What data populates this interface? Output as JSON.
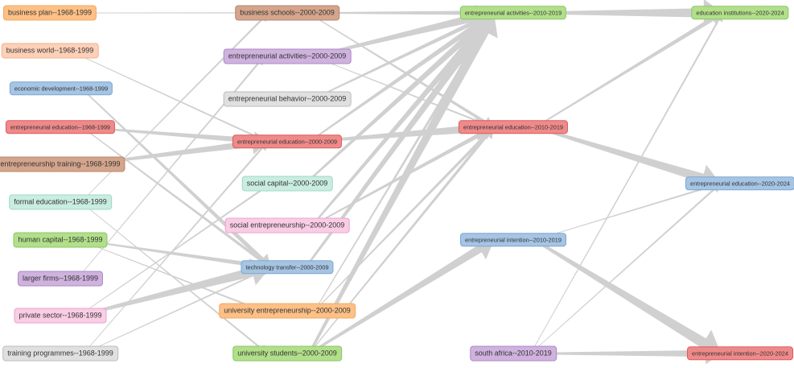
{
  "diagram": {
    "columns": [
      {
        "period": "1968-1999",
        "nodes": [
          {
            "id": "business_plan_1968",
            "label": "business plan--1968-1999",
            "fill": "#fdc086",
            "border": "#f5a860"
          },
          {
            "id": "business_world_1968",
            "label": "business world--1968-1999",
            "fill": "#fdd0b8",
            "border": "#f2b08e"
          },
          {
            "id": "economic_dev_1968",
            "label": "economic development--1968-1999",
            "fill": "#a6c4e3",
            "border": "#7aa7d2"
          },
          {
            "id": "entre_edu_1968",
            "label": "entrepreneurial education--1968-1999",
            "fill": "#ef8a8a",
            "border": "#de5a5a"
          },
          {
            "id": "entre_training_1968",
            "label": "entrepreneurship training--1968-1999",
            "fill": "#d4a58c",
            "border": "#b9866c"
          },
          {
            "id": "formal_edu_1968",
            "label": "formal education--1968-1999",
            "fill": "#c9ede0",
            "border": "#9fd9c4"
          },
          {
            "id": "human_capital_1968",
            "label": "human capital--1968-1999",
            "fill": "#b2df8a",
            "border": "#88c766"
          },
          {
            "id": "larger_firms_1968",
            "label": "larger firms--1968-1999",
            "fill": "#cfb2de",
            "border": "#ad8ac6"
          },
          {
            "id": "private_sector_1968",
            "label": "private sector--1968-1999",
            "fill": "#f9cde5",
            "border": "#eaa3cc"
          },
          {
            "id": "training_prog_1968",
            "label": "training programmes--1968-1999",
            "fill": "#e0e0e0",
            "border": "#bdbdbd"
          }
        ]
      },
      {
        "period": "2000-2009",
        "nodes": [
          {
            "id": "business_schools_2000",
            "label": "business schools--2000-2009",
            "fill": "#d4a58c",
            "border": "#b9866c"
          },
          {
            "id": "entre_activities_2000",
            "label": "entrepreneurial activities--2000-2009",
            "fill": "#cfb2de",
            "border": "#ad8ac6"
          },
          {
            "id": "entre_behavior_2000",
            "label": "entrepreneurial behavior--2000-2009",
            "fill": "#e0e0e0",
            "border": "#bdbdbd"
          },
          {
            "id": "entre_edu_2000",
            "label": "entrepreneurial education--2000-2009",
            "fill": "#ef8a8a",
            "border": "#de5a5a"
          },
          {
            "id": "social_capital_2000",
            "label": "social capital--2000-2009",
            "fill": "#c9ede0",
            "border": "#9fd9c4"
          },
          {
            "id": "social_entre_2000",
            "label": "social entrepreneurship--2000-2009",
            "fill": "#f9cde5",
            "border": "#eaa3cc"
          },
          {
            "id": "tech_transfer_2000",
            "label": "technology transfer--2000-2009",
            "fill": "#a6c4e3",
            "border": "#7aa7d2"
          },
          {
            "id": "univ_entre_2000",
            "label": "university entrepreneurship--2000-2009",
            "fill": "#fdc086",
            "border": "#f5a860"
          },
          {
            "id": "univ_students_2000",
            "label": "university students--2000-2009",
            "fill": "#b2df8a",
            "border": "#88c766"
          }
        ]
      },
      {
        "period": "2010-2019",
        "nodes": [
          {
            "id": "entre_activities_2010",
            "label": "entrepreneurial activities--2010-2019",
            "fill": "#b2df8a",
            "border": "#88c766"
          },
          {
            "id": "entre_edu_2010",
            "label": "entrepreneurial education--2010-2019",
            "fill": "#ef8a8a",
            "border": "#de5a5a"
          },
          {
            "id": "entre_intention_2010",
            "label": "entrepreneurial intention--2010-2019",
            "fill": "#a6c4e3",
            "border": "#7aa7d2"
          },
          {
            "id": "south_africa_2010",
            "label": "south africa--2010-2019",
            "fill": "#cfb2de",
            "border": "#ad8ac6"
          }
        ]
      },
      {
        "period": "2020-2024",
        "nodes": [
          {
            "id": "edu_institutions_2020",
            "label": "education institutions--2020-2024",
            "fill": "#b2df8a",
            "border": "#88c766"
          },
          {
            "id": "entre_edu_2020",
            "label": "entrepreneurial education--2020-2024",
            "fill": "#a6c4e3",
            "border": "#7aa7d2"
          },
          {
            "id": "entre_intention_2020",
            "label": "entrepreneurial intention--2020-2024",
            "fill": "#ef8a8a",
            "border": "#de5a5a"
          }
        ]
      }
    ],
    "edge_color": "#d0d0d0",
    "edges": [
      {
        "from": "business_plan_1968",
        "to": "entre_activities_2010",
        "weight": 1
      },
      {
        "from": "business_world_1968",
        "to": "entre_edu_2000",
        "weight": 1
      },
      {
        "from": "economic_dev_1968",
        "to": "tech_transfer_2000",
        "weight": 3
      },
      {
        "from": "entre_edu_1968",
        "to": "entre_edu_2000",
        "weight": 4
      },
      {
        "from": "entre_edu_1968",
        "to": "tech_transfer_2000",
        "weight": 2
      },
      {
        "from": "entre_training_1968",
        "to": "entre_edu_2000",
        "weight": 5
      },
      {
        "from": "formal_edu_1968",
        "to": "business_schools_2000",
        "weight": 1
      },
      {
        "from": "formal_edu_1968",
        "to": "univ_students_2000",
        "weight": 1
      },
      {
        "from": "human_capital_1968",
        "to": "tech_transfer_2000",
        "weight": 3
      },
      {
        "from": "human_capital_1968",
        "to": "univ_entre_2000",
        "weight": 1
      },
      {
        "from": "larger_firms_1968",
        "to": "entre_activities_2000",
        "weight": 1
      },
      {
        "from": "private_sector_1968",
        "to": "tech_transfer_2000",
        "weight": 7
      },
      {
        "from": "private_sector_1968",
        "to": "social_capital_2000",
        "weight": 1
      },
      {
        "from": "training_prog_1968",
        "to": "entre_edu_2000",
        "weight": 1
      },
      {
        "from": "training_prog_1968",
        "to": "tech_transfer_2000",
        "weight": 1
      },
      {
        "from": "business_schools_2000",
        "to": "entre_activities_2010",
        "weight": 3
      },
      {
        "from": "business_schools_2000",
        "to": "entre_edu_2010",
        "weight": 2
      },
      {
        "from": "entre_activities_2000",
        "to": "entre_activities_2010",
        "weight": 6
      },
      {
        "from": "entre_activities_2000",
        "to": "entre_edu_2010",
        "weight": 1
      },
      {
        "from": "entre_behavior_2000",
        "to": "entre_activities_2010",
        "weight": 3
      },
      {
        "from": "entre_edu_2000",
        "to": "entre_edu_2010",
        "weight": 6
      },
      {
        "from": "entre_edu_2000",
        "to": "entre_activities_2010",
        "weight": 4
      },
      {
        "from": "social_capital_2000",
        "to": "entre_activities_2010",
        "weight": 5
      },
      {
        "from": "social_entre_2000",
        "to": "entre_edu_2010",
        "weight": 3
      },
      {
        "from": "social_entre_2000",
        "to": "entre_activities_2010",
        "weight": 5
      },
      {
        "from": "tech_transfer_2000",
        "to": "entre_activities_2010",
        "weight": 6
      },
      {
        "from": "univ_entre_2000",
        "to": "entre_activities_2010",
        "weight": 2
      },
      {
        "from": "univ_entre_2000",
        "to": "entre_edu_2010",
        "weight": 2
      },
      {
        "from": "univ_students_2000",
        "to": "entre_activities_2010",
        "weight": 8
      },
      {
        "from": "univ_students_2000",
        "to": "entre_intention_2010",
        "weight": 6
      },
      {
        "from": "univ_students_2000",
        "to": "entre_edu_2010",
        "weight": 2
      },
      {
        "from": "entre_activities_2010",
        "to": "edu_institutions_2020",
        "weight": 7
      },
      {
        "from": "entre_edu_2010",
        "to": "edu_institutions_2020",
        "weight": 3
      },
      {
        "from": "entre_edu_2010",
        "to": "entre_edu_2020",
        "weight": 7
      },
      {
        "from": "entre_intention_2010",
        "to": "entre_intention_2020",
        "weight": 8
      },
      {
        "from": "entre_intention_2010",
        "to": "entre_edu_2020",
        "weight": 1
      },
      {
        "from": "south_africa_2010",
        "to": "entre_intention_2020",
        "weight": 5
      },
      {
        "from": "south_africa_2010",
        "to": "entre_edu_2020",
        "weight": 1
      },
      {
        "from": "south_africa_2010",
        "to": "edu_institutions_2020",
        "weight": 1
      }
    ]
  }
}
